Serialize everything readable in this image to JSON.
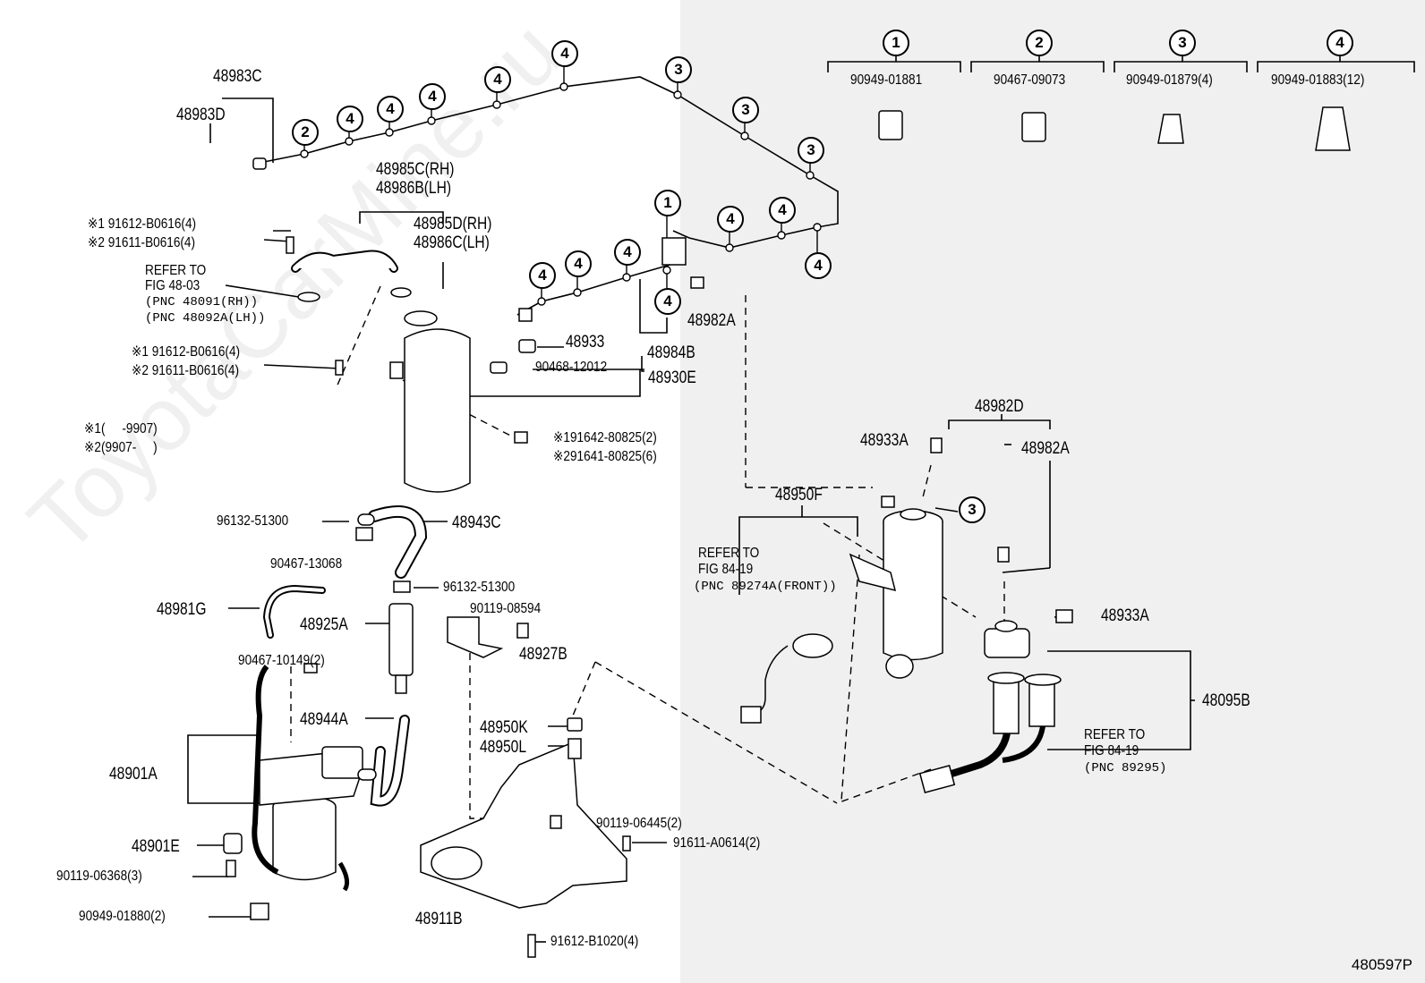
{
  "figure_id": "480597P",
  "watermark": "ToyotaCarMine.ru",
  "legend": [
    {
      "num": "1",
      "part": "90949-01881"
    },
    {
      "num": "2",
      "part": "90467-09073"
    },
    {
      "num": "3",
      "part": "90949-01879(4)"
    },
    {
      "num": "4",
      "part": "90949-01883(12)"
    }
  ],
  "callouts": [
    "2",
    "4",
    "4",
    "4",
    "4",
    "4",
    "3",
    "3",
    "3",
    "1",
    "4",
    "4",
    "4",
    "4",
    "4",
    "4",
    "4",
    "3"
  ],
  "parts": {
    "p48983C": "48983C",
    "p48983D": "48983D",
    "p48985C": "48985C(RH)",
    "p48986B": "48986B(LH)",
    "p48985D": "48985D(RH)",
    "p48986C": "48986C(LH)",
    "bolt1a": "※1 91612-B0616(4)",
    "bolt2a": "※2 91611-B0616(4)",
    "ref_a1": "REFER TO",
    "ref_a2": "FIG 48-03",
    "ref_a3": "(PNC 48091(RH))",
    "ref_a4": "(PNC 48092A(LH))",
    "bolt1b": "※1 91612-B0616(4)",
    "bolt2b": "※2 91611-B0616(4)",
    "note1": "※1(     -9907)",
    "note2": "※2(9907-     )",
    "p48933": "48933",
    "p90468": "90468-12012",
    "p48930E": "48930E",
    "p48984B": "48984B",
    "p48982A_top": "48982A",
    "bolt91642": "※191642-80825(2)",
    "bolt91641": "※291641-80825(6)",
    "p48982D": "48982D",
    "p48933A_top": "48933A",
    "p48982A_mid": "48982A",
    "p48950F": "48950F",
    "ref_b1": "REFER TO",
    "ref_b2": "FIG 84-19",
    "ref_b3": "(PNC 89274A(FRONT))",
    "p48933A_right": "48933A",
    "p48095B": "48095B",
    "ref_c1": "REFER TO",
    "ref_c2": "FIG 84-19",
    "ref_c3": "(PNC 89295)",
    "p96132a": "96132-51300",
    "p48943C": "48943C",
    "p90467_13068": "90467-13068",
    "p96132b": "96132-51300",
    "p90119_08594": "90119-08594",
    "p48981G": "48981G",
    "p48925A": "48925A",
    "p48927B": "48927B",
    "p90467_10149": "90467-10149(2)",
    "p48944A": "48944A",
    "p48950K": "48950K",
    "p48950L": "48950L",
    "p48901A": "48901A",
    "p90119_06445": "90119-06445(2)",
    "p91611_A0614": "91611-A0614(2)",
    "p48901E": "48901E",
    "p90119_06368": "90119-06368(3)",
    "p90949_01880": "90949-01880(2)",
    "p48911B": "48911B",
    "p91612_B1020": "91612-B1020(4)"
  }
}
